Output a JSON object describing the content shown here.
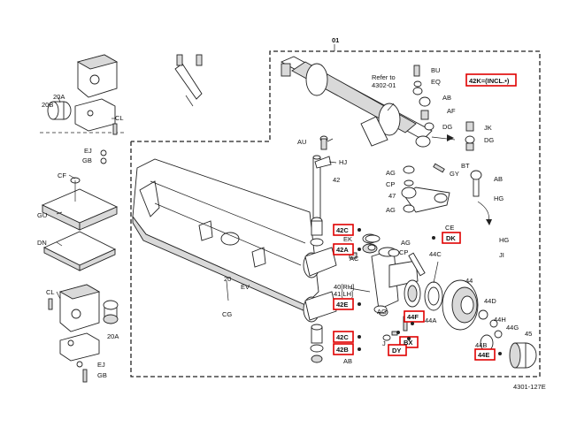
{
  "diagram_id": "4301-127E",
  "assembly_ref": "01",
  "refer_to": {
    "line1": "Refer to",
    "line2": "4302-01"
  },
  "incl_note": "42K=(INCL.•)",
  "labels": {
    "l20A_top": "20A",
    "l20B": "20B",
    "lCL_top": "CL",
    "lEJ_top": "EJ",
    "lGB_top": "GB",
    "lCF": "CF",
    "lGU": "GU",
    "lDN": "DN",
    "lCL_bot": "CL",
    "l20A_bot": "20A",
    "lEJ_bot": "EJ",
    "lGB_bot": "GB",
    "l20": "20",
    "lCG": "CG",
    "lEV": "EV",
    "lAU": "AU",
    "lHJ": "HJ",
    "l42": "42",
    "lEK": "EK",
    "lAC_left": "AC",
    "l40": "40[RH]",
    "l41": "41[LH]",
    "lAB_bot": "AB",
    "lBU": "BU",
    "lEQ": "EQ",
    "lAB_top": "AB",
    "lAF": "AF",
    "lDG_mid": "DG",
    "lJK": "JK",
    "lDG_right": "DG",
    "lBT": "BT",
    "lGY": "GY",
    "lAB_right": "AB",
    "lHG_top": "HG",
    "lAG_1": "AG",
    "lCP_1": "CP",
    "l47": "47",
    "lAG_2": "AG",
    "lCE": "CE",
    "lHG_bot": "HG",
    "lJI": "JI",
    "lAG_3": "AG",
    "lCP_2": "CP",
    "l44C": "44C",
    "l44": "44",
    "l44D": "44D",
    "lAG_4": "AG",
    "l44A": "44A",
    "l44H": "44H",
    "l44G": "44G",
    "l45": "45",
    "lJ": "J",
    "l44B": "44B"
  },
  "highlighted_callouts": {
    "c42C_top": "42C",
    "c42A": "42A",
    "c42E": "42E",
    "c42C_bot": "42C",
    "c42B": "42B",
    "cDK": "DK",
    "c44F": "44F",
    "cBX": "BX",
    "cDY": "DY",
    "c44E": "44E"
  },
  "colors": {
    "highlight": "#e00000",
    "ink": "#222222",
    "shade": "#d9d9d9"
  }
}
